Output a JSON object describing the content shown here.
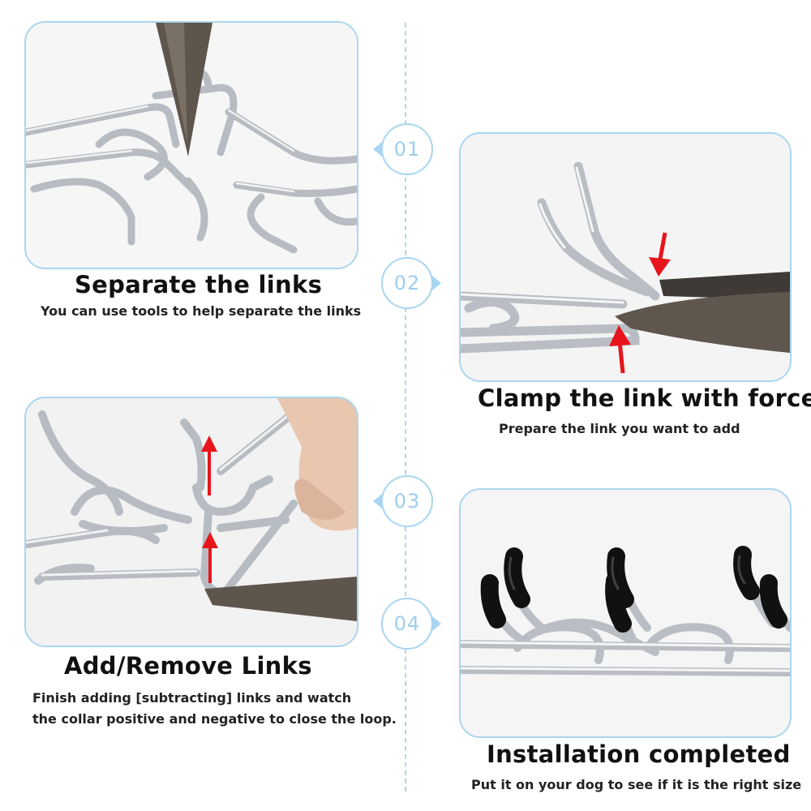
{
  "steps": [
    {
      "number": "01",
      "title": "Separate the links",
      "subtitle": "You can use tools to help separate the links"
    },
    {
      "number": "02",
      "title": "Clamp the link with force",
      "subtitle": "Prepare the link you want to add"
    },
    {
      "number": "03",
      "title": "Add/Remove Links",
      "subtitle_line1": "Finish adding [subtracting] links and watch",
      "subtitle_line2": "the collar positive and negative to close the loop."
    },
    {
      "number": "04",
      "title": "Installation completed",
      "subtitle": "Put it on your dog to see if it is the right size"
    }
  ],
  "colors": {
    "accent": "#a9d6ef",
    "badge_text": "#9ccfee",
    "arrow": "#e8141b",
    "chain": "#b9bec4",
    "tips": "#111111",
    "tool": "#5e554c"
  }
}
